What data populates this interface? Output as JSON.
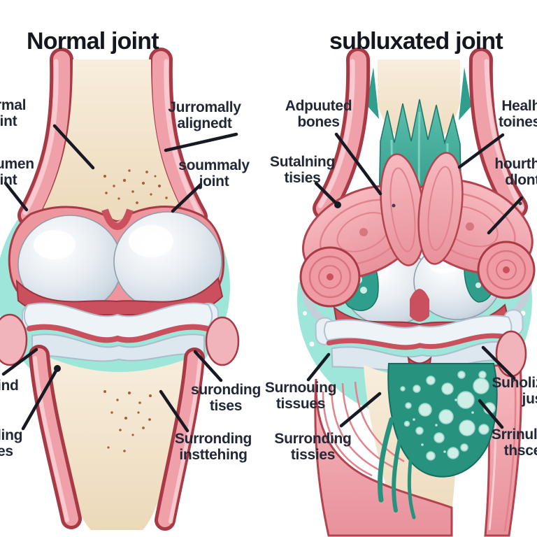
{
  "titles": {
    "left": "Normal joint",
    "right": "subluxated joint"
  },
  "labels": {
    "l1": "rmal\niint",
    "l2": "umen\niint",
    "l3": "Jurromally\nalignedt",
    "l4": "soummaly\njoint",
    "l5": "ind",
    "l6": "ling\nes",
    "l7": "suronding\ntises",
    "l8": "Surronding\ninsttehing",
    "r1": "Adpuuted\nbones",
    "r2": "Sutalning\ntisies",
    "r3": "Healh\ntoines",
    "r4": "hourth\ndlont",
    "r5": "Surnouing\ntissues",
    "r6": "Surronding\ntissies",
    "r7": "Suholiz\njus",
    "r8": "Srrinuli\nthsce"
  },
  "colors": {
    "background": "#ffffff",
    "halo_teal": "#9ee5da",
    "bone_cream": "#f3e4cc",
    "muscle_pink": "#f0a0a8",
    "muscle_edge": "#a83a46",
    "cartilage_red": "#c9505c",
    "condyle_blue_gray": "#d4dee7",
    "inflamed_teal": "#2f9e8d",
    "leader_line": "#171a22",
    "label_ink": "#232837"
  }
}
